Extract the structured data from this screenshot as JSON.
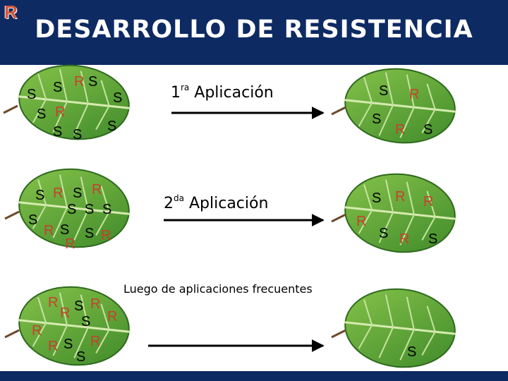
{
  "header": {
    "logo": "R",
    "title": "DESARROLLO DE RESISTENCIA"
  },
  "colors": {
    "header_bg": "#0d2a63",
    "resistant": "#c8402c",
    "susceptible": "#ffffff",
    "leaf_fill": "#5fa83a",
    "arrow": "#000000"
  },
  "steps": {
    "first": {
      "number": "1",
      "suffix": "ra",
      "text": " Aplicación"
    },
    "second": {
      "number": "2",
      "suffix": "da",
      "text": " Aplicación"
    },
    "frequent": "Luego de aplicaciones frecuentes"
  },
  "leaves": {
    "row1_before": [
      "S",
      "S",
      "R",
      "S",
      "S",
      "S",
      "R",
      "S",
      "S",
      "S"
    ],
    "row1_after": [
      "S",
      "R",
      "S",
      "R",
      "S"
    ],
    "row2_before": [
      "S",
      "R",
      "S",
      "R",
      "S",
      "S",
      "S",
      "S",
      "R",
      "S",
      "S",
      "R",
      "R"
    ],
    "row2_after": [
      "S",
      "R",
      "R",
      "R",
      "S",
      "R",
      "S"
    ],
    "row3_before": [
      "R",
      "R",
      "S",
      "R",
      "R",
      "S",
      "R",
      "R",
      "S",
      "R",
      "S"
    ],
    "row3_after": [
      "S"
    ]
  }
}
